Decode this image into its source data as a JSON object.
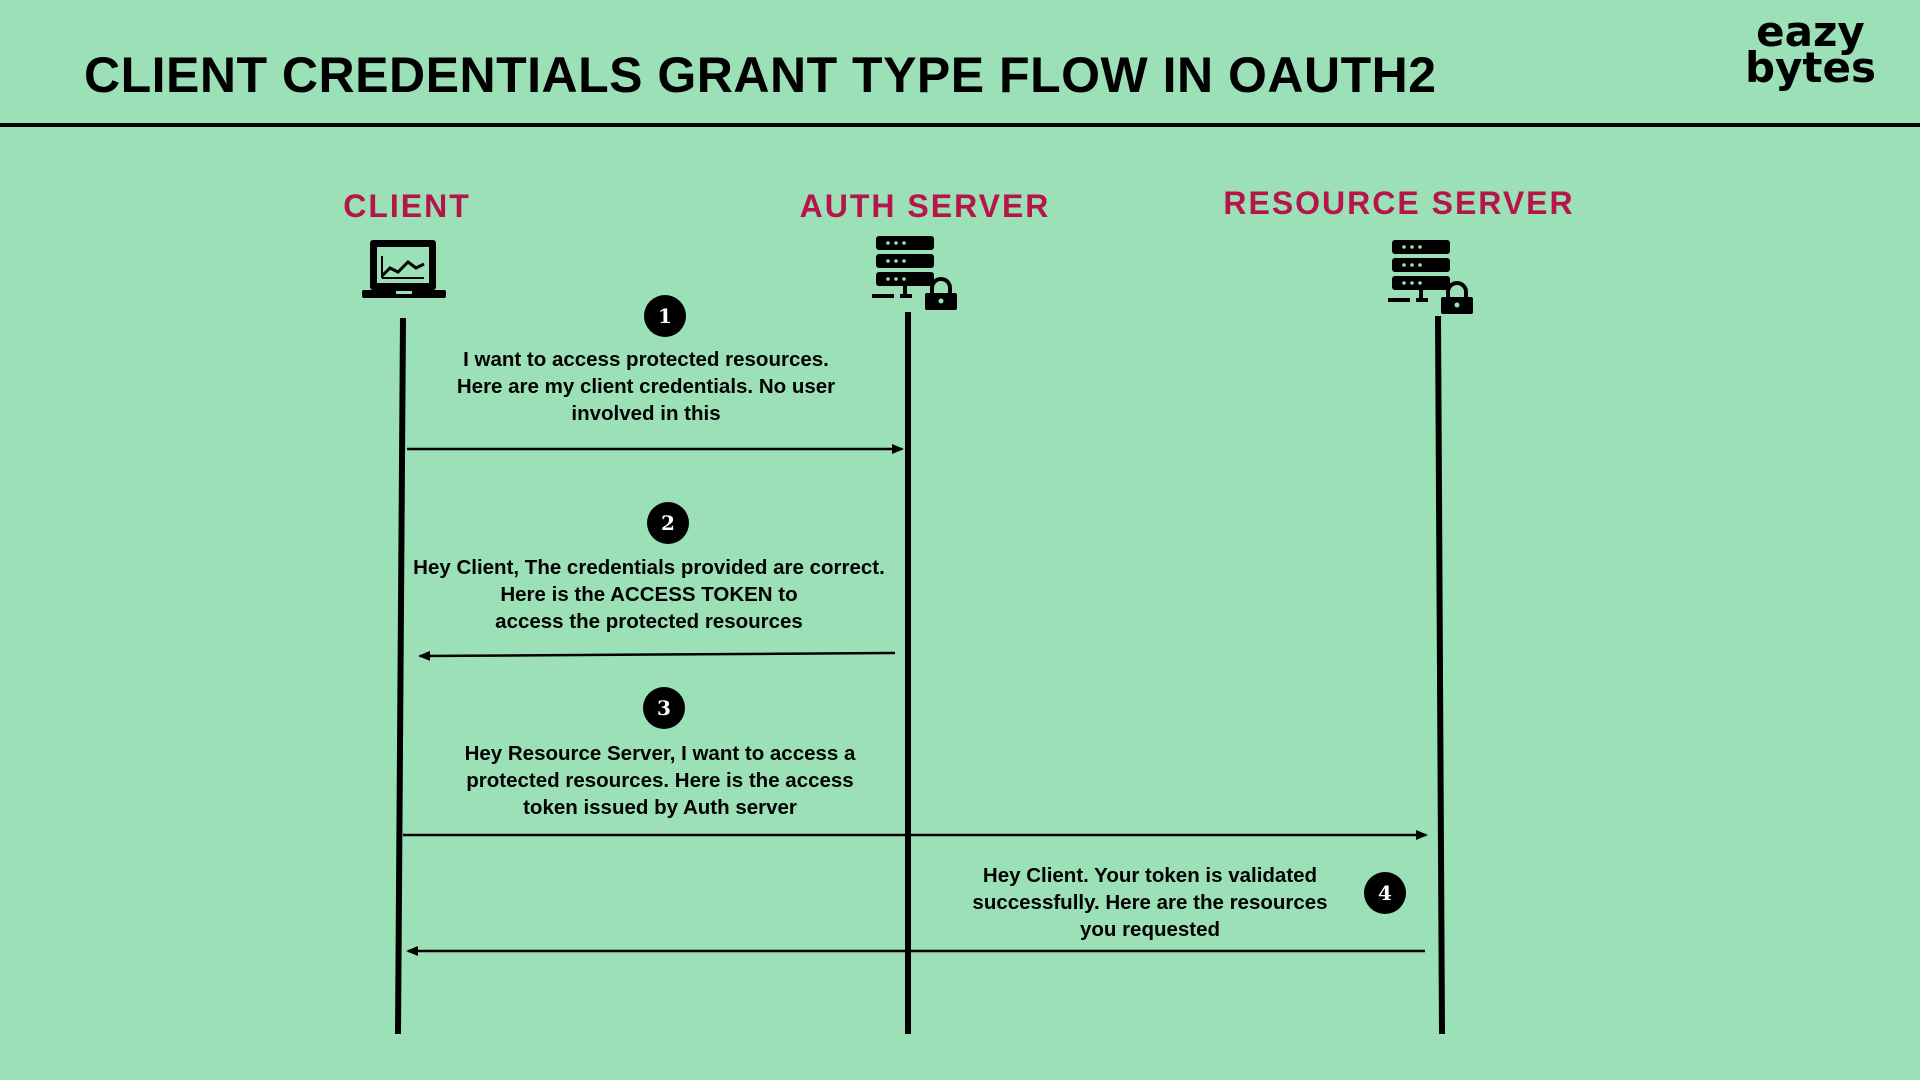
{
  "header": {
    "title": "CLIENT CREDENTIALS GRANT TYPE FLOW IN OAUTH2",
    "logo_line1": "eazy",
    "logo_line2": "bytes"
  },
  "actors": [
    {
      "label": "CLIENT",
      "icon": "laptop-icon"
    },
    {
      "label": "AUTH SERVER",
      "icon": "server-lock-icon"
    },
    {
      "label": "RESOURCE SERVER",
      "icon": "server-lock-icon"
    }
  ],
  "steps": [
    {
      "number": "1",
      "from": "CLIENT",
      "to": "AUTH SERVER",
      "lines": [
        "I want to access protected resources.",
        "Here are my client credentials. No user",
        "involved in this"
      ]
    },
    {
      "number": "2",
      "from": "AUTH SERVER",
      "to": "CLIENT",
      "lines": [
        "Hey Client, The credentials provided are correct.",
        "Here is the ACCESS TOKEN to",
        "access the protected resources"
      ]
    },
    {
      "number": "3",
      "from": "CLIENT",
      "to": "RESOURCE SERVER",
      "lines": [
        "Hey Resource Server,  I want to access a",
        "protected resources. Here is the access",
        "token issued by Auth server"
      ]
    },
    {
      "number": "4",
      "from": "RESOURCE SERVER",
      "to": "CLIENT",
      "lines": [
        "Hey Client. Your token is validated",
        "successfully. Here are the resources",
        "you requested"
      ]
    }
  ],
  "colors": {
    "background": "#9be0b6",
    "actor_label": "#b5154b",
    "ink": "#000000"
  }
}
